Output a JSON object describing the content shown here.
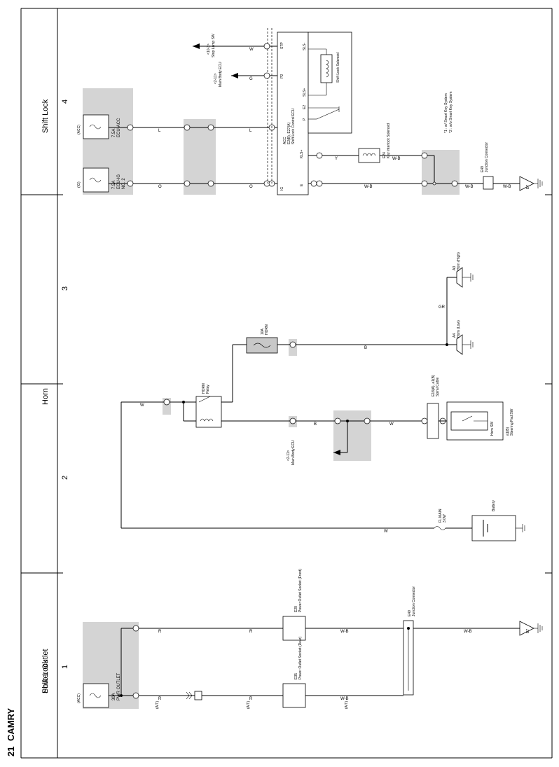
{
  "page": {
    "number": "21",
    "model": "CAMRY"
  },
  "sections": [
    {
      "number": "1",
      "title": "Power Outlet"
    },
    {
      "number": "2",
      "title": "Horn"
    },
    {
      "number": "3",
      "title": ""
    },
    {
      "number": "4",
      "title": "Shift Lock"
    }
  ],
  "components": {
    "fuse_acc_power": {
      "line1": "30A",
      "line2": "PWR OUTLET"
    },
    "fuse_eculg": {
      "line1": "7.5A",
      "line2": "ECU-IG",
      "line3": "NO. 2"
    },
    "fuse_ecuacc": {
      "line1": "7.5A",
      "line2": "ECU-ACC"
    },
    "fuse_horn": {
      "line1": "10A",
      "line2": "HORN"
    },
    "fl_main": {
      "line1": "FL MAIN",
      "line2": "3.0W"
    },
    "battery": "Battery",
    "horn_relay": {
      "line1": "HORN",
      "line2": "Relay"
    },
    "horn_low": {
      "id": "A4",
      "name": "Horn (Low)"
    },
    "horn_high": {
      "id": "A3",
      "name": "Horn (High)"
    },
    "spiral_cable": {
      "id": "E18(A), a1(B)",
      "name": "Spiral Cable"
    },
    "horn_sw": {
      "id": "a1(B)",
      "name": "Steering Pad SW",
      "label": "Horn SW"
    },
    "main_body_ecu_horn": "Main Body ECU",
    "main_body_ecu_horn_ref": "<2-11>",
    "shift_lock_ecu": {
      "id": "E2(B), E27(A)",
      "name": "Shift Lock Control ECU"
    },
    "shift_lock_solenoid": {
      "name": "Shift Lock Solenoid"
    },
    "key_interlock": {
      "id": "E24",
      "name": "Key Interlock Solenoid"
    },
    "junction_connector_shift": {
      "id": "E49",
      "name": "Junction Connector"
    },
    "power_outlet_front": {
      "id": "E29",
      "name": "Power Outlet Socket (Front)"
    },
    "power_outlet_rear": {
      "id": "E35",
      "name": "Power Outlet Socket (Rear)"
    },
    "junction_connector_power": {
      "id": "E49",
      "name": "Junction Connector"
    },
    "stop_lamp_sw": {
      "name": "Stop Lamp SW",
      "ref": "<10-3>"
    },
    "main_body_ecu_shift": {
      "name": "Main Body ECU",
      "ref": "<2-11>"
    },
    "ground_e7": "E7"
  },
  "notes": [
    "*1 : w/ Smart Key System",
    "*2 : w/o Smart Key System"
  ],
  "ecu_pins": {
    "stp": "STP",
    "p2": "P2",
    "acc": "ACC",
    "ig": "IG",
    "e": "E",
    "kls": "KLS+",
    "sls_minus": "SLS-",
    "sls_plus": "SLS+",
    "e2": "E2",
    "p": "P"
  },
  "wire_colors": {
    "W": "W",
    "G": "G",
    "L": "L",
    "O": "O",
    "Y": "Y",
    "B": "B",
    "GR": "GR",
    "R": "R",
    "WB": "W-B"
  },
  "labels": {
    "acc": "(ACC)",
    "ig": "(IG)",
    "at": "(A/T)",
    "star1": "(*1)",
    "star2": "(*2)"
  }
}
